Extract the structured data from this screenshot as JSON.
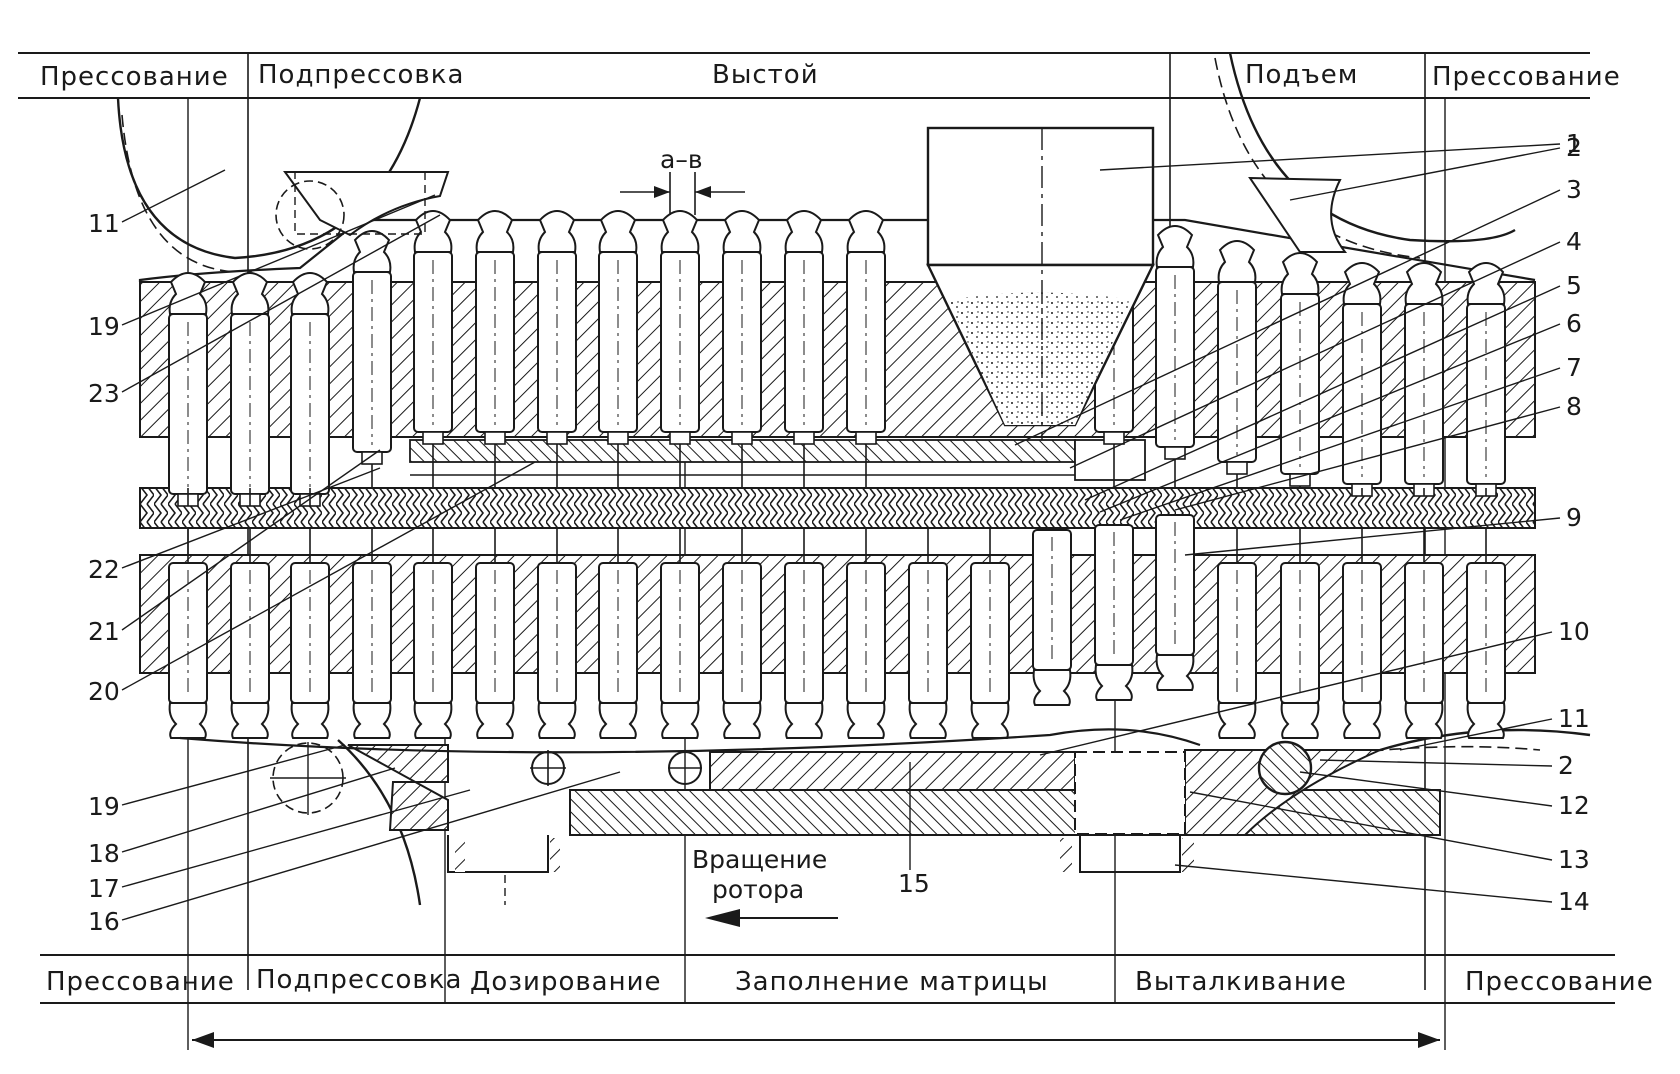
{
  "top_stages": [
    "Прессование",
    "Подпрессовка",
    "Выстой",
    "Подъем",
    "Прессование"
  ],
  "bottom_stages": [
    "Прессование",
    "Подпрессовка",
    "Дозирование",
    "Заполнение матрицы",
    "Выталкивание",
    "Прессование"
  ],
  "gap_label": "а–в",
  "rotation_caption": [
    "Вращение",
    "ротора"
  ],
  "right_callouts": [
    "1",
    "2",
    "3",
    "4",
    "5",
    "6",
    "7",
    "8",
    "9",
    "10",
    "11",
    "2",
    "12",
    "13",
    "14"
  ],
  "left_callouts": [
    "11",
    "19",
    "23",
    "22",
    "21",
    "20",
    "19",
    "18",
    "17",
    "16"
  ],
  "part_15": "15",
  "colors": {
    "ink": "#1a1a1a",
    "paper": "#ffffff"
  }
}
